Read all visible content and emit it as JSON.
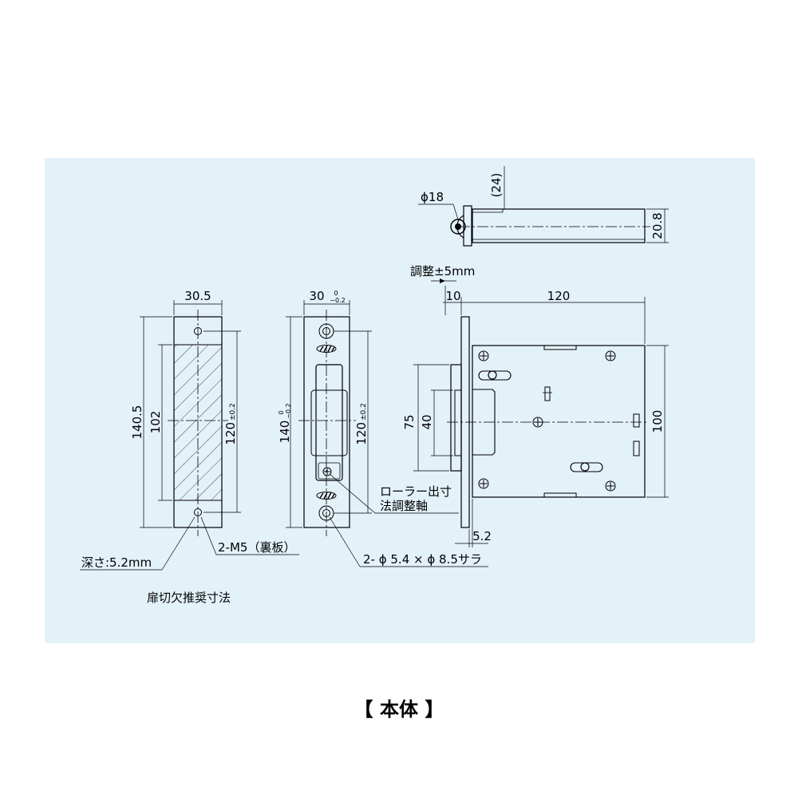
{
  "panel": {
    "background": "#e3f1f9"
  },
  "views": {
    "cutout": {
      "width": "30.5",
      "height_total": "140.5",
      "height_inner": "102",
      "pitch_main": "120",
      "pitch_tol": "±0.2"
    },
    "front": {
      "width": "30",
      "width_tol_upper": "0",
      "width_tol_lower": "−0.2",
      "height": "140",
      "height_tol_upper": "0",
      "height_tol_lower": "−0.2",
      "pitch_main": "120",
      "pitch_tol": "±0.2"
    },
    "top": {
      "roller_dia": "ϕ18",
      "depth": "(24)",
      "thickness": "20.8"
    },
    "side": {
      "adjust": "調整±5mm",
      "offset": "10",
      "length": "120",
      "height_outer": "75",
      "height_inner": "40",
      "body_height": "100",
      "plate_thickness": "5.2"
    }
  },
  "callouts": {
    "depth": "深さ:5.2mm",
    "screw": "2-M5（裏板）",
    "roller_adjust_line1": "ローラー出寸",
    "roller_adjust_line2": "法調整軸",
    "holes": "2- ϕ 5.4 × ϕ 8.5サラ",
    "cutout_label": "扉切欠推奨寸法"
  },
  "caption": "【 本体 】"
}
